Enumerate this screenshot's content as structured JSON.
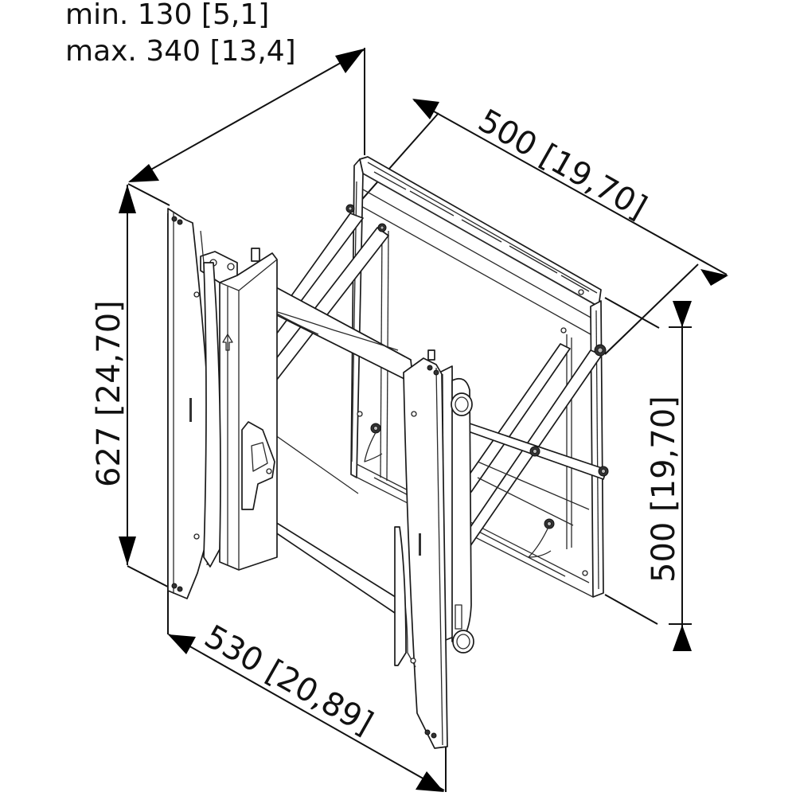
{
  "drawing": {
    "subject": "wall-mount-pop-out-bracket",
    "line_color": "#1a1a1a",
    "background": "#ffffff"
  },
  "dimensions": {
    "depth": {
      "min_label": "min. 130 [5,1]",
      "max_label": "max. 340 [13,4]",
      "min_mm": 130,
      "min_in": "5,1",
      "max_mm": 340,
      "max_in": "13,4"
    },
    "top_width": {
      "label": "500 [19,70]",
      "mm": 500,
      "in": "19,70"
    },
    "right_height": {
      "label": "500 [19,70]",
      "mm": 500,
      "in": "19,70"
    },
    "left_height": {
      "label": "627 [24,70]",
      "mm": 627,
      "in": "24,70"
    },
    "bottom_width": {
      "label": "530 [20,89]",
      "mm": 530,
      "in": "20,89"
    }
  }
}
